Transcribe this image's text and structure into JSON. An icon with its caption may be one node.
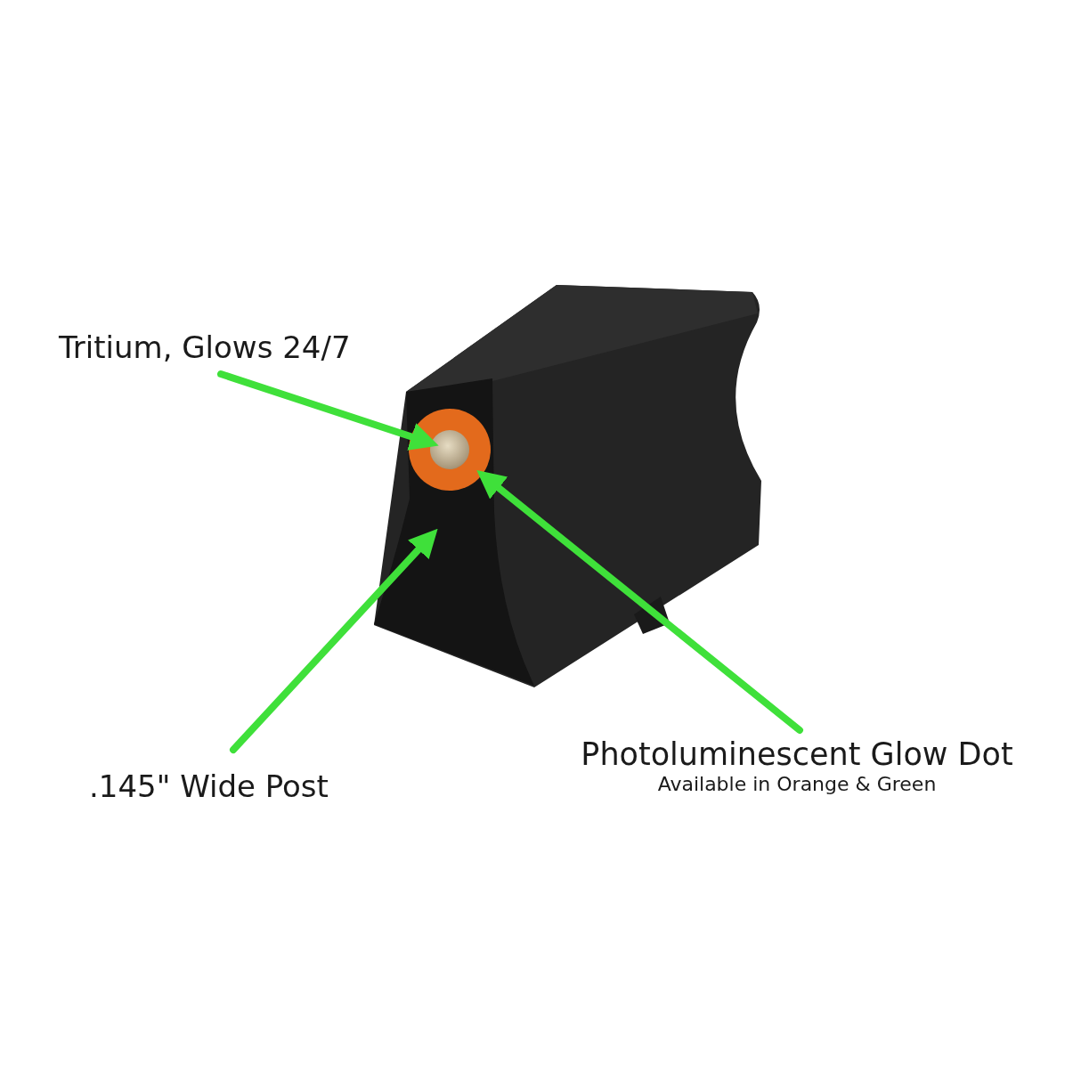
{
  "diagram": {
    "nodes": [
      {
        "text": [
          "Tritium, Glows 24/7"
        ]
      },
      {
        "text": [],
        "shape": "picture"
      },
      {
        "text": [],
        "shape": "circle",
        "in": 1
      },
      {
        "text": [],
        "shape": "circle",
        "in": 2
      },
      {
        "text": [
          ".145\" Wide Post"
        ]
      },
      {
        "text": [
          "Photoluminescent Glow Dot",
          "Available in Orange & Green"
        ]
      }
    ],
    "edges": [
      {
        "from": 0,
        "to": 3,
        "arrow": "to"
      },
      {
        "from": 4,
        "to": 1,
        "arrow": "to"
      },
      {
        "from": 5,
        "to": 2,
        "arrow": "to"
      }
    ]
  }
}
